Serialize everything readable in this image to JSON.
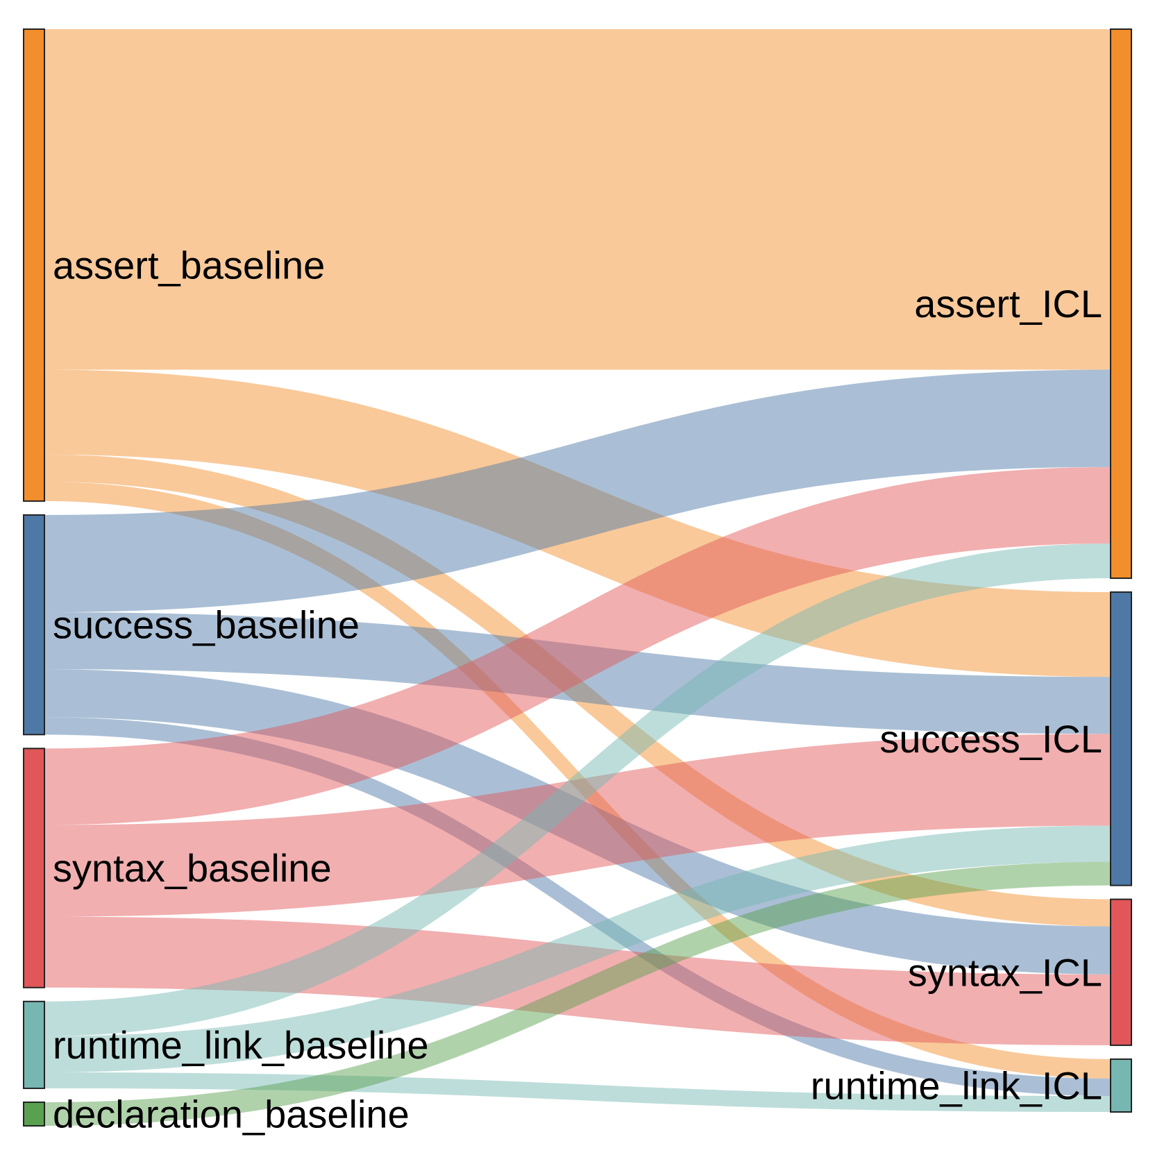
{
  "colors": {
    "assert": "#f28e2b",
    "success": "#4e79a7",
    "syntax": "#e15759",
    "runtime_link": "#76b7b2",
    "declaration": "#59a14f"
  },
  "nodes": {
    "left": [
      {
        "id": "assert_baseline",
        "label": "assert_baseline",
        "color_key": "assert"
      },
      {
        "id": "success_baseline",
        "label": "success_baseline",
        "color_key": "success"
      },
      {
        "id": "syntax_baseline",
        "label": "syntax_baseline",
        "color_key": "syntax"
      },
      {
        "id": "runtime_link_baseline",
        "label": "runtime_link_baseline",
        "color_key": "runtime_link"
      },
      {
        "id": "declaration_baseline",
        "label": "declaration_baseline",
        "color_key": "declaration"
      }
    ],
    "right": [
      {
        "id": "assert_ICL",
        "label": "assert_ICL",
        "color_key": "assert"
      },
      {
        "id": "success_ICL",
        "label": "success_ICL",
        "color_key": "success"
      },
      {
        "id": "syntax_ICL",
        "label": "syntax_ICL",
        "color_key": "syntax"
      },
      {
        "id": "runtime_link_ICL",
        "label": "runtime_link_ICL",
        "color_key": "runtime_link"
      }
    ]
  },
  "links": [
    {
      "source": "assert_baseline",
      "target": "assert_ICL",
      "value": 490
    },
    {
      "source": "assert_baseline",
      "target": "success_ICL",
      "value": 122
    },
    {
      "source": "assert_baseline",
      "target": "syntax_ICL",
      "value": 39
    },
    {
      "source": "assert_baseline",
      "target": "runtime_link_ICL",
      "value": 28
    },
    {
      "source": "success_baseline",
      "target": "assert_ICL",
      "value": 140
    },
    {
      "source": "success_baseline",
      "target": "success_ICL",
      "value": 82
    },
    {
      "source": "success_baseline",
      "target": "syntax_ICL",
      "value": 69
    },
    {
      "source": "success_baseline",
      "target": "runtime_link_ICL",
      "value": 25
    },
    {
      "source": "syntax_baseline",
      "target": "assert_ICL",
      "value": 110
    },
    {
      "source": "syntax_baseline",
      "target": "success_ICL",
      "value": 132
    },
    {
      "source": "syntax_baseline",
      "target": "syntax_ICL",
      "value": 102
    },
    {
      "source": "runtime_link_baseline",
      "target": "assert_ICL",
      "value": 50
    },
    {
      "source": "runtime_link_baseline",
      "target": "success_ICL",
      "value": 52
    },
    {
      "source": "runtime_link_baseline",
      "target": "runtime_link_ICL",
      "value": 23
    },
    {
      "source": "declaration_baseline",
      "target": "success_ICL",
      "value": 34
    }
  ]
}
